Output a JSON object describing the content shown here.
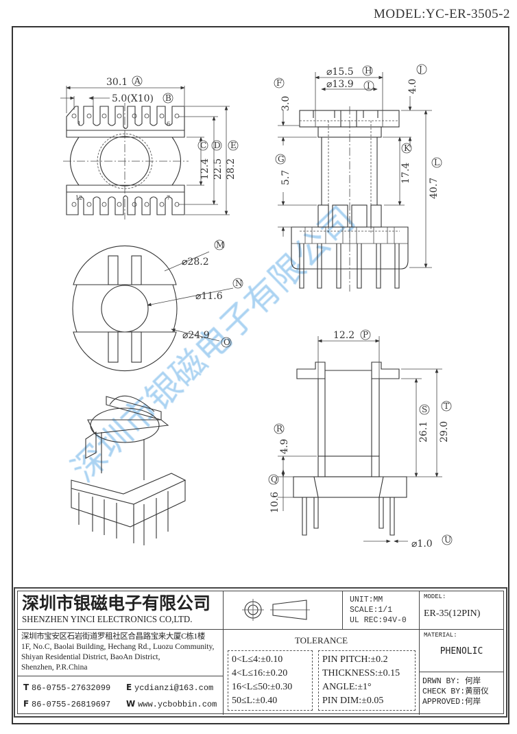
{
  "header": {
    "model": "MODEL:YC-ER-3505-2"
  },
  "watermark": "深圳市银磁电子有限公司",
  "top_view": {
    "dims": [
      {
        "tag": "A",
        "value": "30.1"
      },
      {
        "tag": "B",
        "value": "5.0(X10)"
      },
      {
        "tag": "C",
        "value": "12.4"
      },
      {
        "tag": "D",
        "value": "22.5"
      },
      {
        "tag": "E",
        "value": "28.2"
      }
    ],
    "pin_labels": [
      "1",
      "6",
      "12",
      "7"
    ]
  },
  "side_view": {
    "dims": [
      {
        "tag": "F",
        "value": "3.0"
      },
      {
        "tag": "G",
        "value": "5.7"
      },
      {
        "tag": "H",
        "value": "⌀15.5"
      },
      {
        "tag": "I",
        "value": "⌀13.9"
      },
      {
        "tag": "J",
        "value": "4.0"
      },
      {
        "tag": "K",
        "value": "17.4"
      },
      {
        "tag": "L",
        "value": "40.7"
      }
    ]
  },
  "flange_view": {
    "dims": [
      {
        "tag": "M",
        "value": "⌀28.2"
      },
      {
        "tag": "N",
        "value": "⌀11.6"
      },
      {
        "tag": "O",
        "value": "⌀24.9"
      }
    ]
  },
  "front_view": {
    "dims": [
      {
        "tag": "P",
        "value": "12.2"
      },
      {
        "tag": "Q",
        "value": "10.6"
      },
      {
        "tag": "R",
        "value": "4.9"
      },
      {
        "tag": "S",
        "value": "26.1"
      },
      {
        "tag": "T",
        "value": "29.0"
      },
      {
        "tag": "U",
        "value": "⌀1.0"
      }
    ]
  },
  "title_block": {
    "company_cn": "深圳市银磁电子有限公司",
    "company_en": "SHENZHEN YINCI ELECTRONICS CO,LTD.",
    "address": [
      "深圳市宝安区石岩街道罗租社区合昌路宝来大厦C栋1楼",
      "1F, No.C, Baolai Building, Hechang Rd., Luozu Community,",
      "Shiyan Residential District, BaoAn District,",
      "Shenzhen, P.R.China"
    ],
    "tel_label": "T",
    "tel": "86-0755-27632099",
    "fax_label": "F",
    "fax": "86-0755-26819697",
    "email_label": "E",
    "email": "ycdianzi@163.com",
    "web_label": "W",
    "web": "www.ycbobbin.com",
    "unit": "UNIT:MM",
    "scale": "SCALE:1/1",
    "ul": "UL REC:94V-0",
    "model_label": "MODEL:",
    "model": "ER-35(12PIN)",
    "material_label": "MATERIAL:",
    "material": "PHENOLIC",
    "tolerance_title": "TOLERANCE",
    "tolerance_left": [
      "0<L≤4:±0.10",
      "4<L≤16:±0.20",
      "16<L≤50:±0.30",
      "50≤L:±0.40"
    ],
    "tolerance_right": [
      "PIN PITCH:±0.2",
      "THICKNESS:±0.15",
      "ANGLE:±1°",
      "PIN DIM:±0.05"
    ],
    "drawn_by": "DRWN BY: 何岸",
    "check_by": "CHECK BY:黄丽仪",
    "approved": "APPROVED:何岸"
  }
}
